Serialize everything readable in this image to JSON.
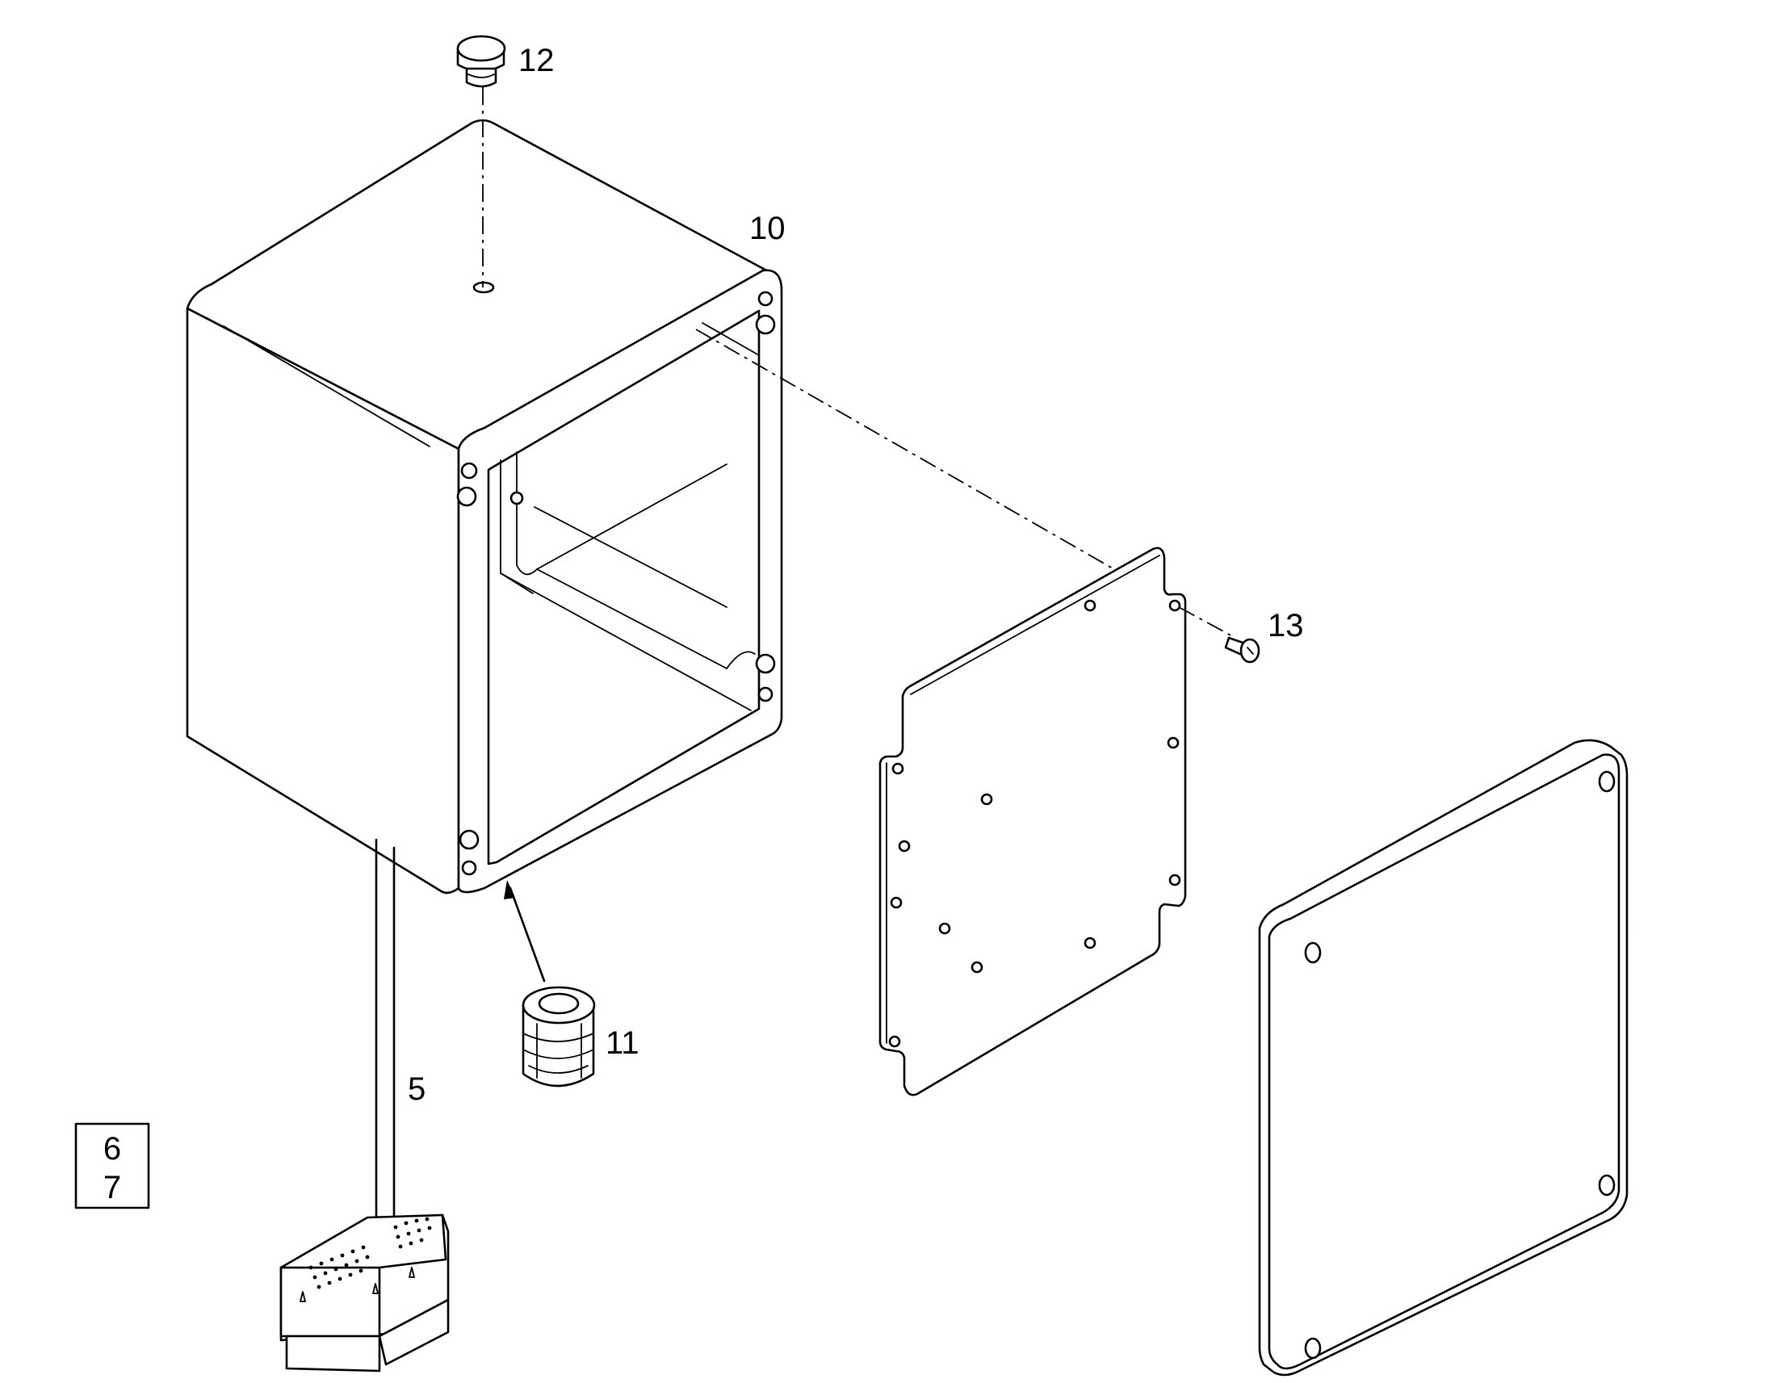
{
  "callouts": {
    "item_5": "5",
    "item_10": "10",
    "item_11": "11",
    "item_12": "12",
    "item_13": "13"
  },
  "reference_box": {
    "line_1": "6",
    "line_2": "7"
  }
}
